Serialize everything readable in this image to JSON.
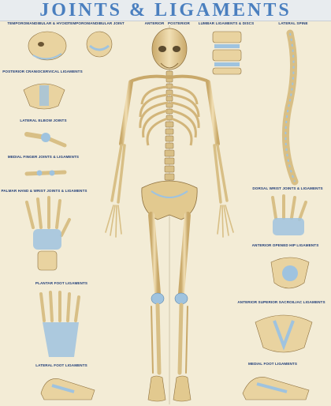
{
  "poster": {
    "title": "JOINTS & LIGAMENTS",
    "sections": {
      "tmj_hyoid": "TEMPOROMANDIBULAR & HYOID",
      "tmj": "TEMPOROMANDIBULAR JOINT",
      "anterior": "ANTERIOR",
      "posterior": "POSTERIOR",
      "lumbar": "LUMBAR LIGAMENTS & DISCS",
      "lateral_spine": "LATERAL SPINE",
      "posterior_cranio": "POSTERIOR CRANIOCERVICAL LIGAMENTS",
      "lateral_elbow": "LATERAL ELBOW JOINTS",
      "medial_finger": "MEDIAL FINGER JOINTS & LIGAMENTS",
      "palmar_hand": "PALMAR HAND & WRIST JOINTS & LIGAMENTS",
      "dorsal_wrist": "DORSAL WRIST JOINTS & LIGAMENTS",
      "anterior_hip": "ANTERIOR OPENED HIP LIGAMENTS",
      "plantar_foot": "PLANTAR FOOT LIGAMENTS",
      "sacroiliac": "ANTERIOR SUPERIOR SACROILIAC LIGAMENTS",
      "lateral_foot": "LATERAL FOOT LIGAMENTS",
      "medial_foot": "MEDIAL FOOT LIGAMENTS"
    },
    "colors": {
      "title": "#4a7fbf",
      "bone": "#e9d3a0",
      "bone_shadow": "#c9a96a",
      "ligament": "#9fc3df",
      "label": "#1d3b78",
      "background": "#f3ecd6"
    }
  }
}
